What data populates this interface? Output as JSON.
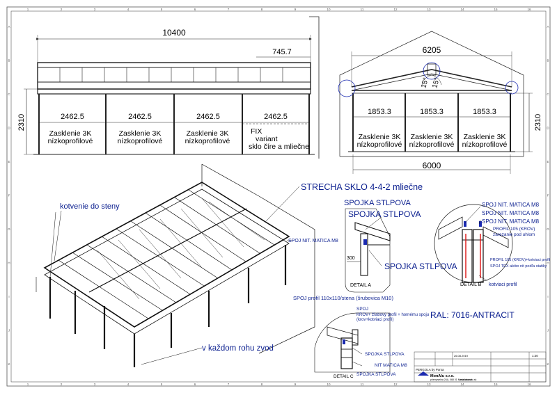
{
  "front_view": {
    "overall_width": "10400",
    "height": "2310",
    "detail_width": "745.7",
    "bays": [
      {
        "width": "2462.5",
        "line1": "Zasklenie 3K",
        "line2": "nízkoprofilové"
      },
      {
        "width": "2462.5",
        "line1": "Zasklenie 3K",
        "line2": "nízkoprofilové"
      },
      {
        "width": "2462.5",
        "line1": "Zasklenie 3K",
        "line2": "nízkoprofilové"
      },
      {
        "width": "2462.5",
        "line1": "FIX",
        "line2": "variant",
        "line3": "sklo číre a mliečne"
      }
    ]
  },
  "side_view": {
    "roof_width": "6205",
    "base_width": "6000",
    "height": "2310",
    "angle_left": "15°",
    "angle_right": "15°",
    "bays": [
      {
        "width": "1853.3",
        "line1": "Zasklenie 3K",
        "line2": "nízkoprofilové"
      },
      {
        "width": "1853.3",
        "line1": "Zasklenie 3K",
        "line2": "nízkoprofilové"
      },
      {
        "width": "1853.3",
        "line1": "Zasklenie 3K",
        "line2": "nízkoprofilové"
      }
    ]
  },
  "iso_view": {
    "roof_label": "STRECHA SKLO 4-4-2 mliečne",
    "anchor_label": "kotvenie do steny",
    "corner_label": "v každom rohu zvod",
    "nut_label": "SPOJ NIT. MATICA M8",
    "profile_label": "SPOJ profil 110x110/stena (šrubovica M10)"
  },
  "detail_a": {
    "title": "DETAIL A",
    "label_top": "SPOJKA STLPOVA",
    "label_mid": "SPOJKA STLPOVA",
    "label_bottom": "SPOJKA STLPOVA",
    "dim": "300"
  },
  "detail_b": {
    "title": "DETAIL B",
    "label1": "SPOJ NIT. MATICA M8",
    "label2": "SPOJ NIT. MATICA M8",
    "label3": "SPOJ NIT. MATICA M8",
    "label4": "PROFIL 105 (KROV)",
    "label5": "zarezanie pod uhlom",
    "label6": "PROFIL 105 (KROV)+kotviaci profil",
    "label7": "SPOJ TEX alebo nit podľa statiky",
    "label8": "kotviaci profil"
  },
  "detail_c": {
    "title": "DETAIL C",
    "label1": "SPOJ",
    "label2": "KROV+ žľabový profil + hornému spoju",
    "label3": "(krov+kotviaci profil)",
    "label4": "SPOJKA STLPOVA",
    "label5": "NIT MATICA M8",
    "label6": "SPOJKA STLPOVA"
  },
  "color_note": "RAL: 7016-ANTRACIT",
  "title_block": {
    "project": "PERGOLA by Porsa",
    "company": "MonAlu s.r.o.",
    "address": "priemyselna 24A, 068 01 Medzilaborce",
    "web": "www.monalu.sk",
    "date": "26.08.2019",
    "scale": "1:20"
  },
  "border": {
    "top_numbers": [
      "1",
      "2",
      "3",
      "4",
      "5",
      "6",
      "7",
      "8",
      "9",
      "10",
      "11",
      "12",
      "13",
      "14",
      "15",
      "16"
    ],
    "side_letters": [
      "A",
      "B",
      "C",
      "D",
      "E",
      "F",
      "G",
      "H",
      "I",
      "J",
      "K"
    ]
  }
}
